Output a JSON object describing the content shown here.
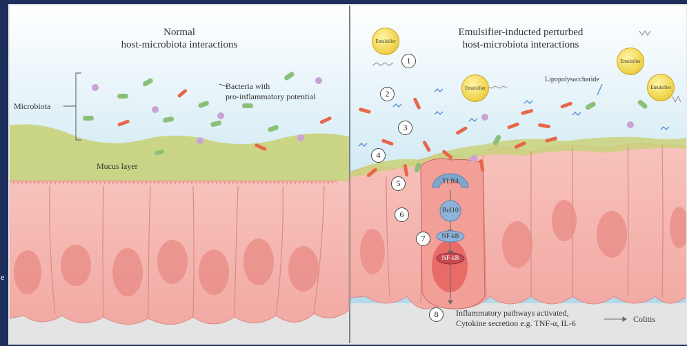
{
  "left_panel": {
    "title_line1": "Normal",
    "title_line2": "host-microbiota interactions",
    "microbiota_label": "Microbiota",
    "bacteria_label_line1": "Bacteria with",
    "bacteria_label_line2": "pro-inflammatory potential",
    "mucus_label": "Mucus layer"
  },
  "right_panel": {
    "title_line1": "Emulsifier-inducted perturbed",
    "title_line2": "host-microbiota interactions",
    "lps_label": "Lipopolysaccharide",
    "emulsifier_label": "Emulsifier",
    "steps": [
      "1",
      "2",
      "3",
      "4",
      "5",
      "6",
      "7",
      "8"
    ],
    "molecules": {
      "tlr4": "TLR4",
      "bcl10": "Bcl10",
      "nfkb_top": "NF-kB",
      "nfkb_bottom": "NF-kB"
    },
    "outcome_line1": "Inflammatory pathways activated,",
    "outcome_line2": "Cytokine secretion e.g. TNF-α, IL-6",
    "colitis_label": "Colitis"
  },
  "side_fragment": "e",
  "colors": {
    "background": "#1c2f5c",
    "lumen": "#bfe0ee",
    "mucus": "#c9d27a",
    "epithelium": "#f4b3ad",
    "bacteria": "#e8664a",
    "commensal": "#8cc07a"
  }
}
